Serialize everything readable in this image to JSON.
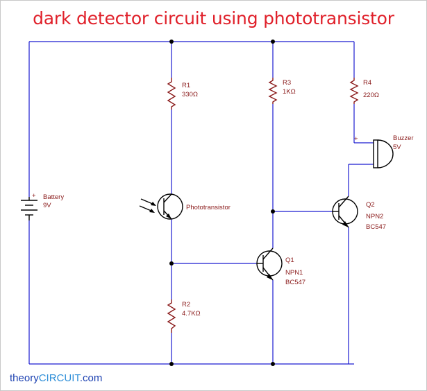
{
  "title": "dark detector circuit using phototransistor",
  "brand": {
    "prefix": "theory",
    "highlight": "CIRCUIT",
    "suffix": ".com"
  },
  "components": {
    "battery": {
      "name": "Battery",
      "value": "9V",
      "polarity": "+"
    },
    "r1": {
      "name": "R1",
      "value": "330Ω"
    },
    "r2": {
      "name": "R2",
      "value": "4.7KΩ"
    },
    "r3": {
      "name": "R3",
      "value": "1KΩ"
    },
    "r4": {
      "name": "R4",
      "value": "220Ω"
    },
    "phototransistor": {
      "name": "Phototransistor"
    },
    "q1": {
      "name": "Q1",
      "type": "NPN1",
      "part": "BC547"
    },
    "q2": {
      "name": "Q2",
      "type": "NPN2",
      "part": "BC547"
    },
    "buzzer": {
      "name": "Buzzer",
      "value": "5V",
      "polarity": "+"
    }
  },
  "colors": {
    "wire": "#1a1ad0",
    "component": "#8a1a1a",
    "title": "#e0202a"
  }
}
